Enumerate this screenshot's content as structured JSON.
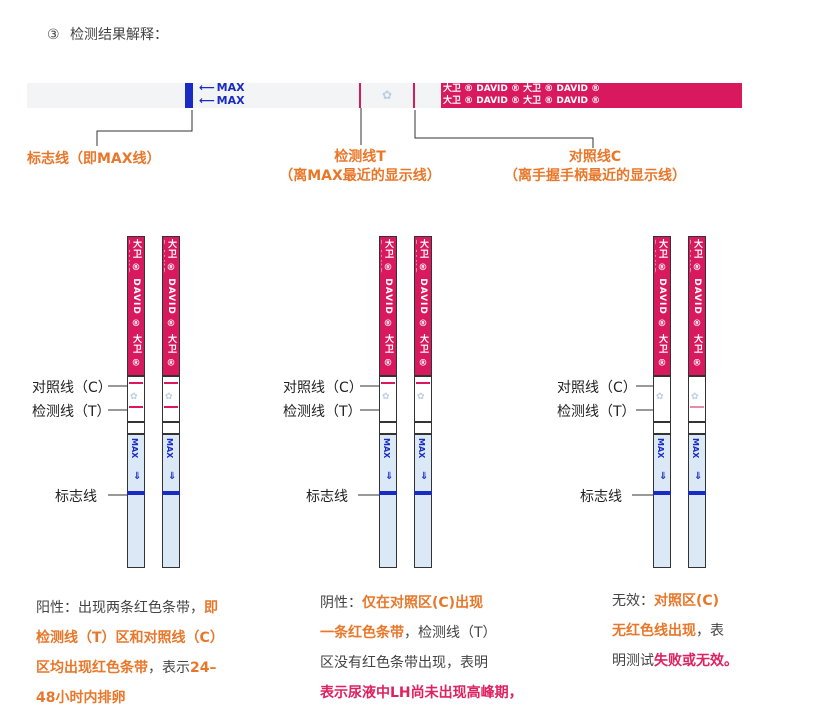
{
  "header": {
    "number": "③",
    "title": "检测结果解释："
  },
  "top_strip": {
    "max_text": [
      "MAX",
      "MAX"
    ],
    "brand_text": "大卫 ® DAVID ® 大卫 ® DAVID ® 大卫 ® DAVID ® 大卫 ® DAVID",
    "labels": {
      "marker": "标志线（即MAX线）",
      "test_line1": "检测线T",
      "test_line2": "（离MAX最近的显示线）",
      "control_line1": "对照线C",
      "control_line2": "（离手握手柄最近的显示线）"
    }
  },
  "groups": [
    {
      "control_label": "对照线（C）",
      "test_label": "检测线（T）",
      "marker_label": "标志线",
      "desc": {
        "line1_a": "阳性：出现两条红色条带，",
        "line1_b": "即",
        "line2": "检测线（T）区和对照线（C）",
        "line3_a": "区均出现红色条带",
        "line3_b": "，表示",
        "line3_c": "24–",
        "line4": "48小时内排卵"
      }
    },
    {
      "control_label": "对照线（C）",
      "test_label": "检测线（T）",
      "marker_label": "标志线",
      "desc": {
        "line1_a": "阴性：",
        "line1_b": "仅在对照区(C)出现",
        "line2_a": "一条红色条带",
        "line2_b": "，检测线（T）",
        "line3": "区没有红色条带出现，表明",
        "line4": "表示尿液中LH尚未出现高峰期，"
      }
    },
    {
      "control_label": "对照线（C）",
      "test_label": "检测线（T）",
      "marker_label": "标志线",
      "desc": {
        "line1_a": "无效：",
        "line1_b": "对照区(C)",
        "line2_a": "无红色线出现",
        "line2_b": "，表",
        "line3_a": "明测试",
        "line3_b": "失败或无效。"
      }
    }
  ],
  "strip_brand_vertical": "大卫 ® DAVID ® 大卫 ® DAVID ®",
  "strip_max": "MAX",
  "colors": {
    "accent_orange": "#e9772a",
    "accent_pink": "#e0205f",
    "strip_red": "#d9195e",
    "marker_blue": "#1a2bc4"
  }
}
